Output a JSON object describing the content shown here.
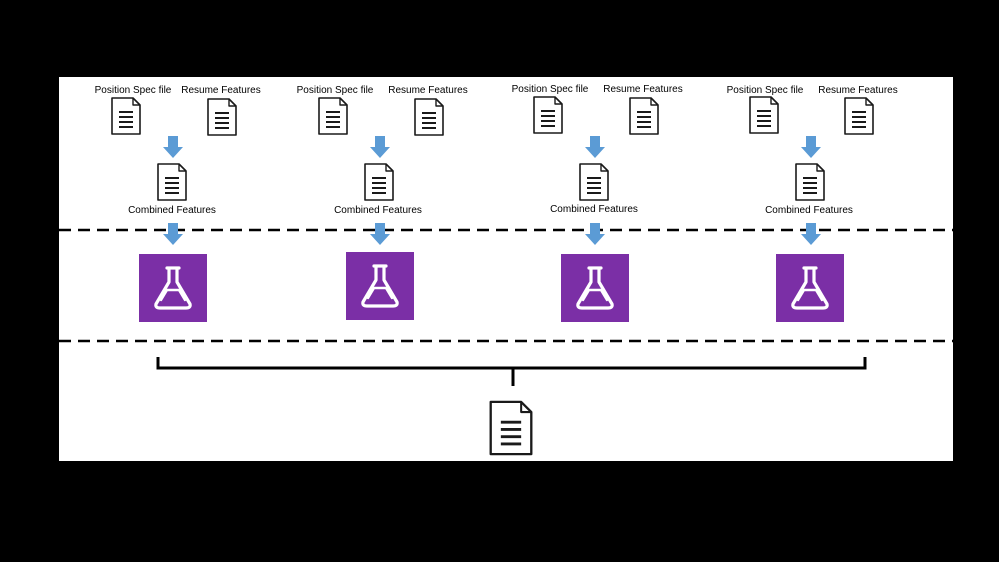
{
  "pipelines": [
    {
      "position_spec_label": "Position Spec file",
      "resume_features_label": "Resume Features",
      "combined_label": "Combined Features"
    },
    {
      "position_spec_label": "Position Spec file",
      "resume_features_label": "Resume Features",
      "combined_label": "Combined Features"
    },
    {
      "position_spec_label": "Position Spec file",
      "resume_features_label": "Resume Features",
      "combined_label": "Combined Features"
    },
    {
      "position_spec_label": "Position Spec file",
      "resume_features_label": "Resume Features",
      "combined_label": "Combined Features"
    }
  ],
  "icons": {
    "document": "document-icon",
    "flask": "flask-icon",
    "arrow": "down-arrow"
  },
  "colors": {
    "flask_bg": "#7b2fa6",
    "arrow": "#5b9bd5",
    "background": "#000000",
    "panel": "#ffffff"
  }
}
